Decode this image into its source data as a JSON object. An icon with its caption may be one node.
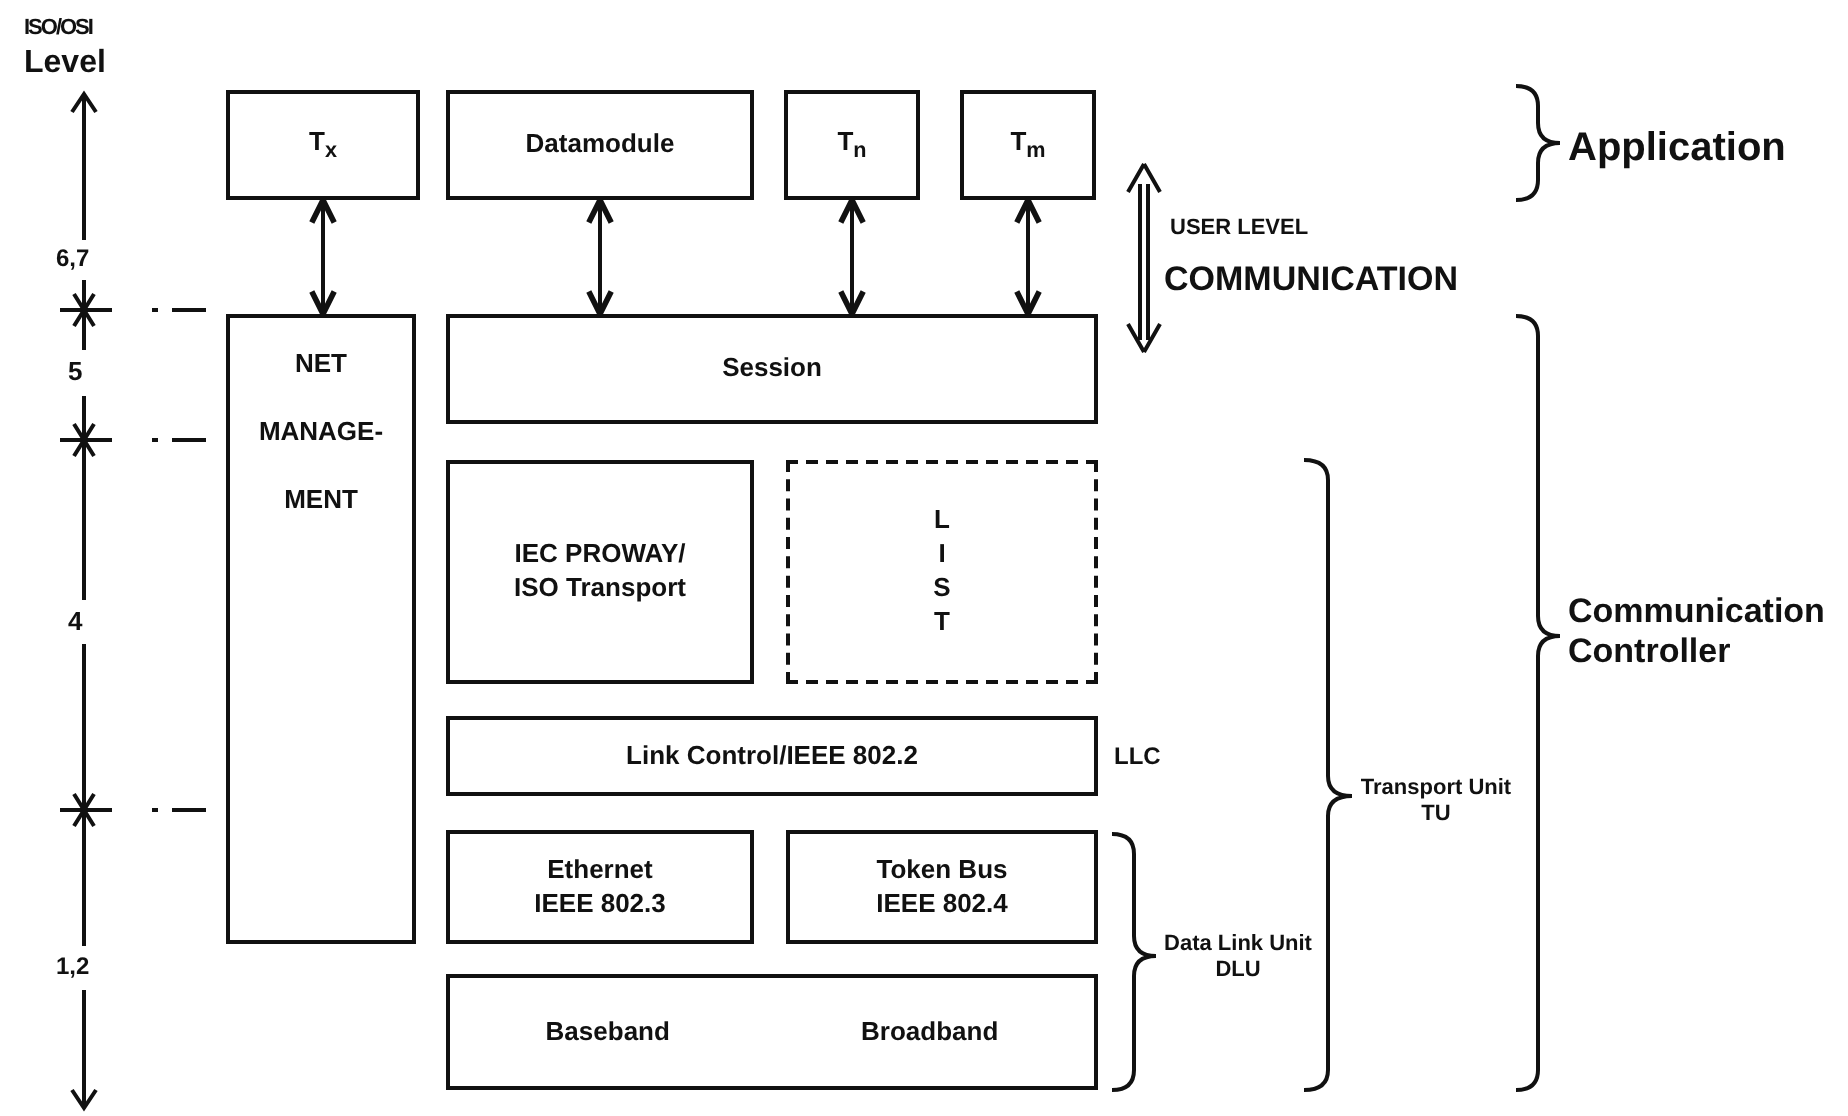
{
  "diagram": {
    "nodes": [
      {
        "text": [
          "T$_{x}$"
        ]
      },
      {
        "text": [
          "Datamodule"
        ]
      },
      {
        "text": [
          "T$_{n}$"
        ]
      },
      {
        "text": [
          "T$_{m}$"
        ]
      },
      {
        "text": [
          "NET MANAGE- MENT"
        ]
      },
      {
        "text": [
          "Session"
        ]
      },
      {
        "text": [
          "IEC PROWAY/ ISO Transport"
        ]
      },
      {
        "text": [
          "L I S T"
        ]
      },
      {
        "text": [
          "Link Control/IEEE 802.2"
        ]
      },
      {
        "text": [
          "Ethernet IEEE 802.3"
        ]
      },
      {
        "text": [
          "Token Bus IEEE 802.4"
        ]
      },
      {
        "text": [
          "Baseband",
          "Broadband"
        ]
      }
    ],
    "edges": [
      {
        "from": 0,
        "to": 4,
        "arrow": "both"
      },
      {
        "from": 1,
        "to": 5,
        "arrow": "both"
      },
      {
        "from": 2,
        "to": 5,
        "arrow": "both"
      },
      {
        "from": 3,
        "to": 5,
        "arrow": "both"
      }
    ],
    "labels": [
      "ISO/OSI",
      "Level",
      "6,7",
      "5",
      "4",
      "1,2",
      "Application",
      "USER LEVEL",
      "COMMUNICATION",
      "Communication Controller",
      "LLC",
      "Transport Unit TU",
      "Data Link Unit DLU"
    ]
  }
}
